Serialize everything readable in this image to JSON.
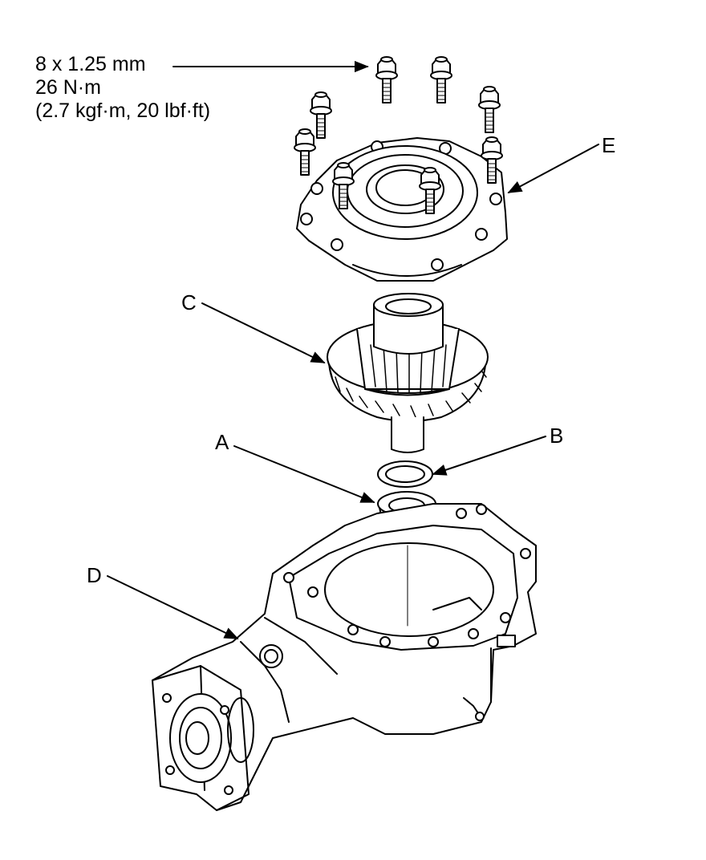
{
  "spec": {
    "line1": "8 x 1.25 mm",
    "line2": "26 N·m",
    "line3": "(2.7 kgf·m, 20 lbf·ft)"
  },
  "labels": {
    "a": "A",
    "b": "B",
    "c": "C",
    "d": "D",
    "e": "E"
  },
  "colors": {
    "ink": "#000000",
    "paper": "#ffffff"
  }
}
